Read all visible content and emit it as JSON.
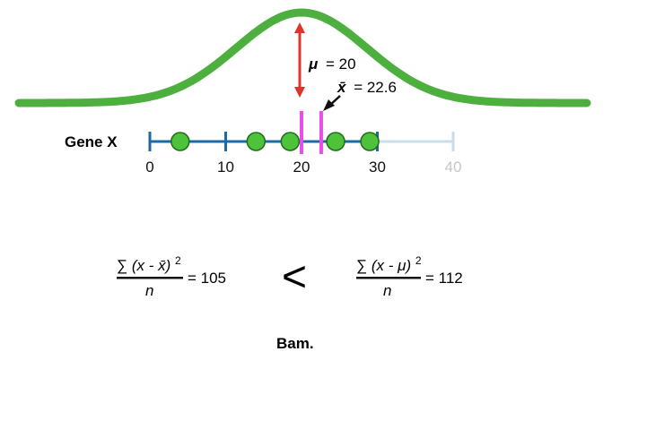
{
  "gene_label": "Gene X",
  "colors": {
    "curve": "#4caf3e",
    "point_fill": "#4ec23a",
    "point_stroke": "#1f6b1f",
    "axis_active": "#1c6aa3",
    "axis_inactive": "#c8dcea",
    "mu_arrow": "#e0342a",
    "mean_marker": "#e94ee9",
    "xbar_arrow": "#111111"
  },
  "axis": {
    "ticks": [
      {
        "value": 0,
        "label": "0",
        "active": true
      },
      {
        "value": 10,
        "label": "10",
        "active": true
      },
      {
        "value": 20,
        "label": "20",
        "active": true
      },
      {
        "value": 30,
        "label": "30",
        "active": true
      },
      {
        "value": 40,
        "label": "40",
        "active": false
      }
    ],
    "range": [
      0,
      40
    ],
    "active_until": 30
  },
  "points": [
    4,
    14,
    18.5,
    24.5,
    29
  ],
  "mu": {
    "value": 20,
    "symbol": "μ",
    "text": "= 20"
  },
  "xbar": {
    "value": 22.6,
    "symbol": "x̄",
    "text": "= 22.6"
  },
  "curve": {
    "mean": 20,
    "sd": 7.5
  },
  "formula_left": {
    "numerator_sigma": "∑",
    "numerator_body": "(x - x̄)",
    "exponent": "2",
    "denominator": "n",
    "result": "= 105"
  },
  "comparison": "<",
  "formula_right": {
    "numerator_sigma": "∑",
    "numerator_body": "(x - μ)",
    "exponent": "2",
    "denominator": "n",
    "result": "= 112"
  },
  "caption": "Bam."
}
